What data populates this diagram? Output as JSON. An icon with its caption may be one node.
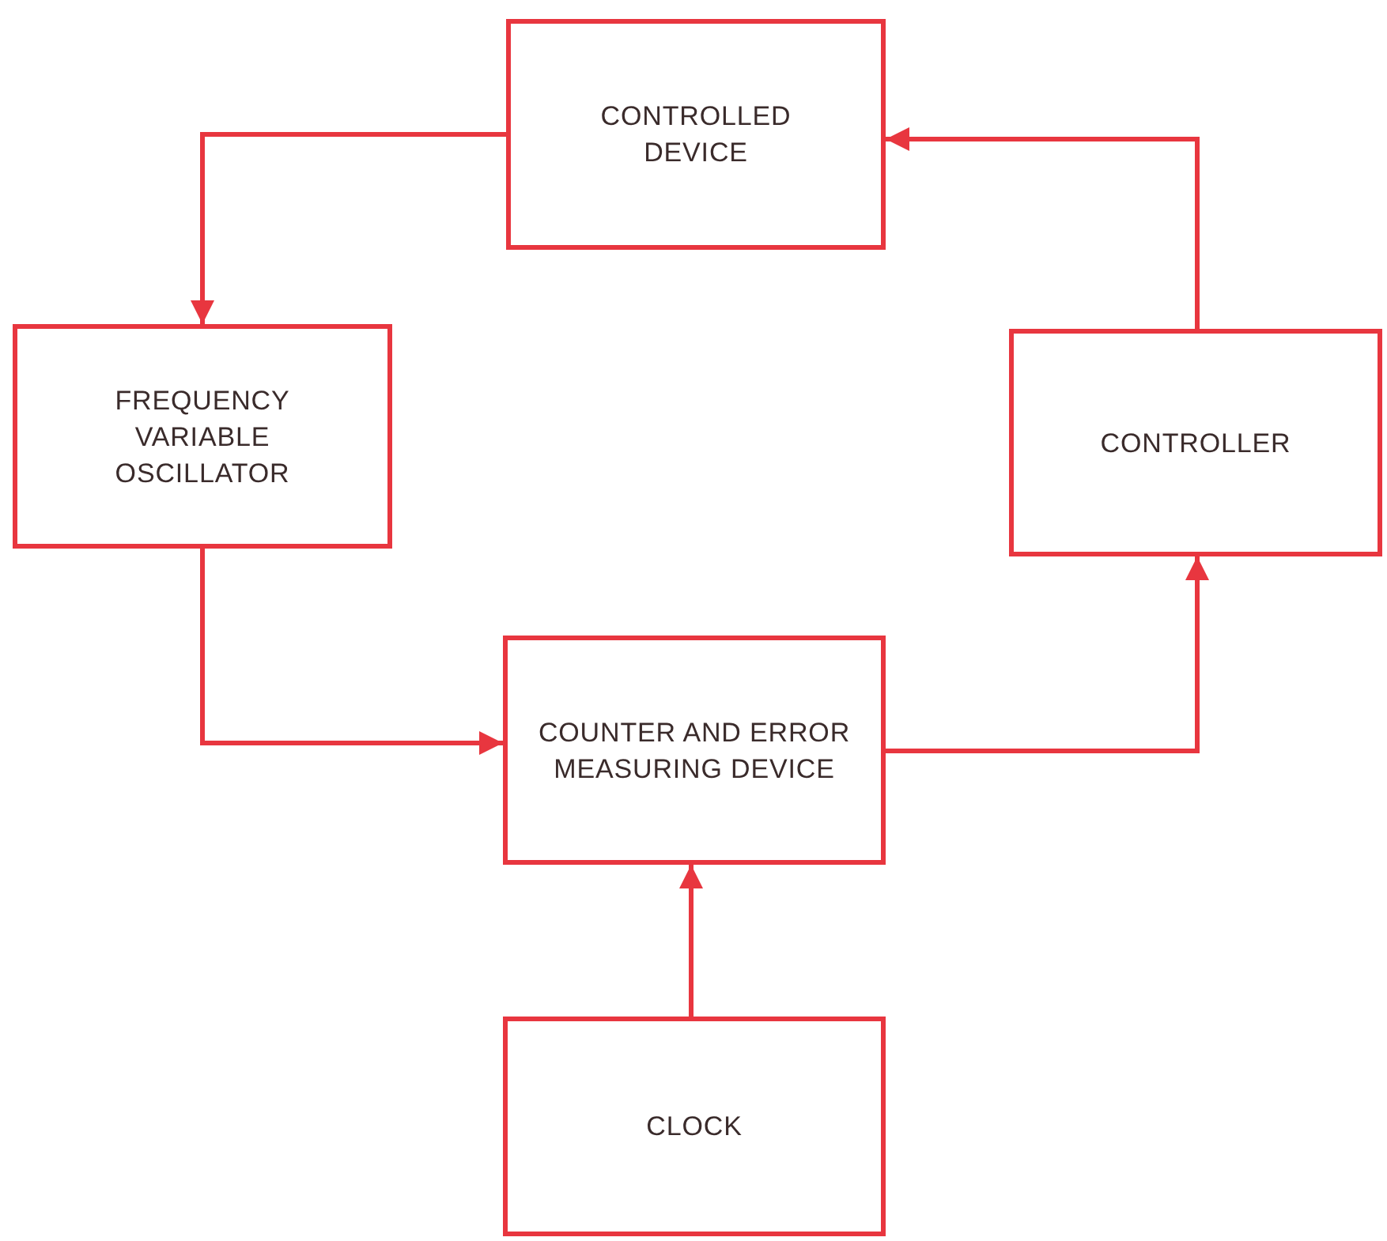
{
  "diagram": {
    "nodes": [
      {
        "text": [
          "CONTROLLED DEVICE"
        ]
      },
      {
        "text": [
          "FREQUENCY VARIABLE OSCILLATOR"
        ]
      },
      {
        "text": [
          "CONTROLLER"
        ]
      },
      {
        "text": [
          "COUNTER AND ERROR MEASURING DEVICE"
        ]
      },
      {
        "text": [
          "CLOCK"
        ]
      }
    ],
    "edges": [
      {
        "from": 0,
        "to": 1,
        "arrow": "to"
      },
      {
        "from": 1,
        "to": 3,
        "arrow": "to"
      },
      {
        "from": 3,
        "to": 2,
        "arrow": "to"
      },
      {
        "from": 2,
        "to": 0,
        "arrow": "to"
      },
      {
        "from": 4,
        "to": 3,
        "arrow": "to"
      }
    ]
  }
}
